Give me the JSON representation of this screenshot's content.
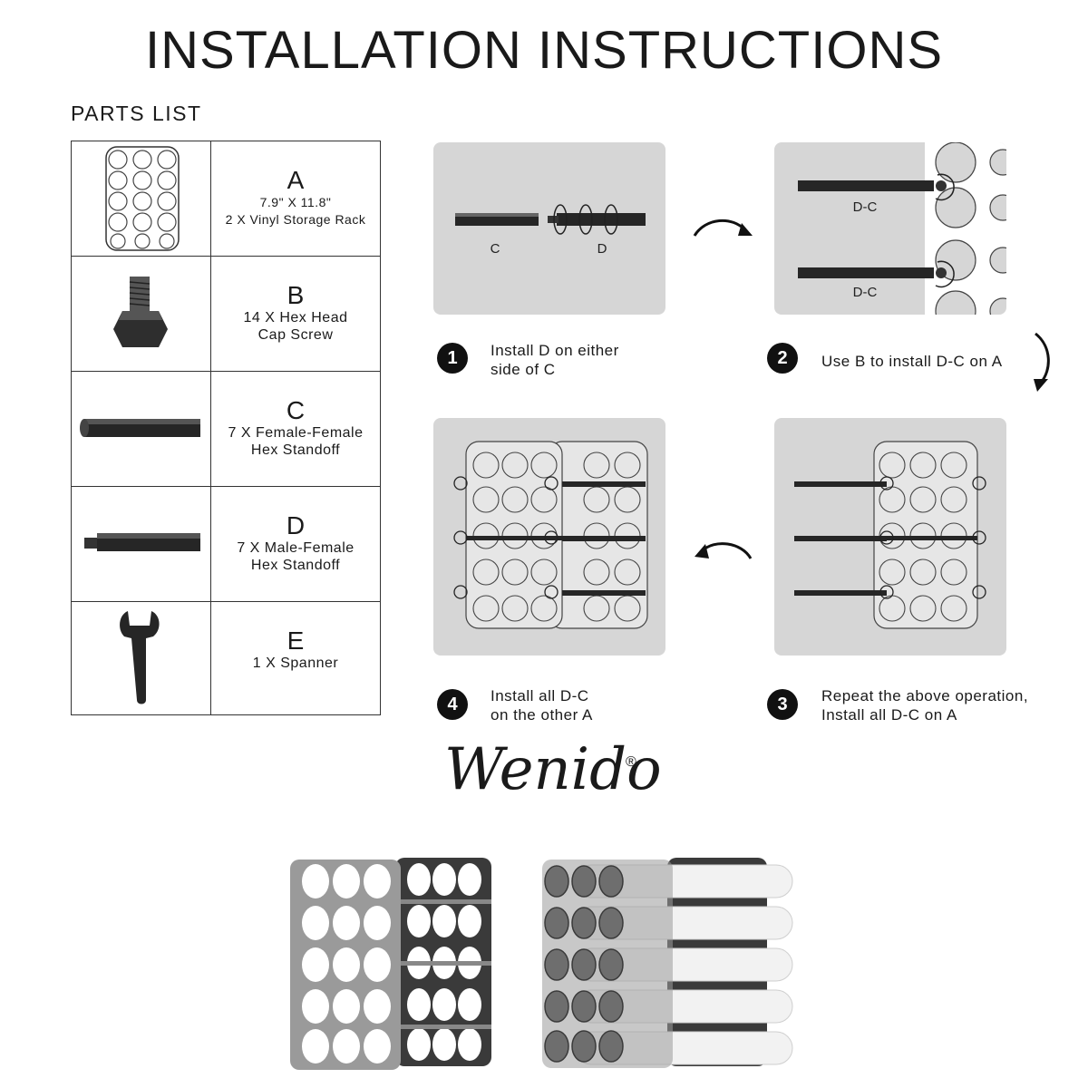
{
  "title": "INSTALLATION INSTRUCTIONS",
  "parts_heading": "PARTS LIST",
  "parts": [
    {
      "letter": "A",
      "desc": "7.9\" X 11.8\"\n2 X Vinyl Storage Rack",
      "icon": "vinyl-rack-icon"
    },
    {
      "letter": "B",
      "desc": "14 X Hex Head\nCap Screw",
      "icon": "hex-screw-icon"
    },
    {
      "letter": "C",
      "desc": "7 X Female-Female\nHex Standoff",
      "icon": "female-standoff-icon"
    },
    {
      "letter": "D",
      "desc": "7 X Male-Female\nHex Standoff",
      "icon": "male-standoff-icon"
    },
    {
      "letter": "E",
      "desc": "1 X Spanner",
      "icon": "spanner-icon"
    }
  ],
  "steps": [
    {
      "number": "1",
      "text": "Install D on either\nside of C",
      "labels": [
        "C",
        "D"
      ]
    },
    {
      "number": "2",
      "text": "Use B to install D-C on A",
      "labels": [
        "D-C",
        "D-C"
      ]
    },
    {
      "number": "3",
      "text": "Repeat the above operation,\nInstall all D-C on A"
    },
    {
      "number": "4",
      "text": "Install all D-C\non the other A"
    }
  ],
  "brand": "Wenido",
  "brand_mark": "®",
  "colors": {
    "panel": "#d6d6d6",
    "ink": "#1a1a1a",
    "badge": "#111111"
  }
}
